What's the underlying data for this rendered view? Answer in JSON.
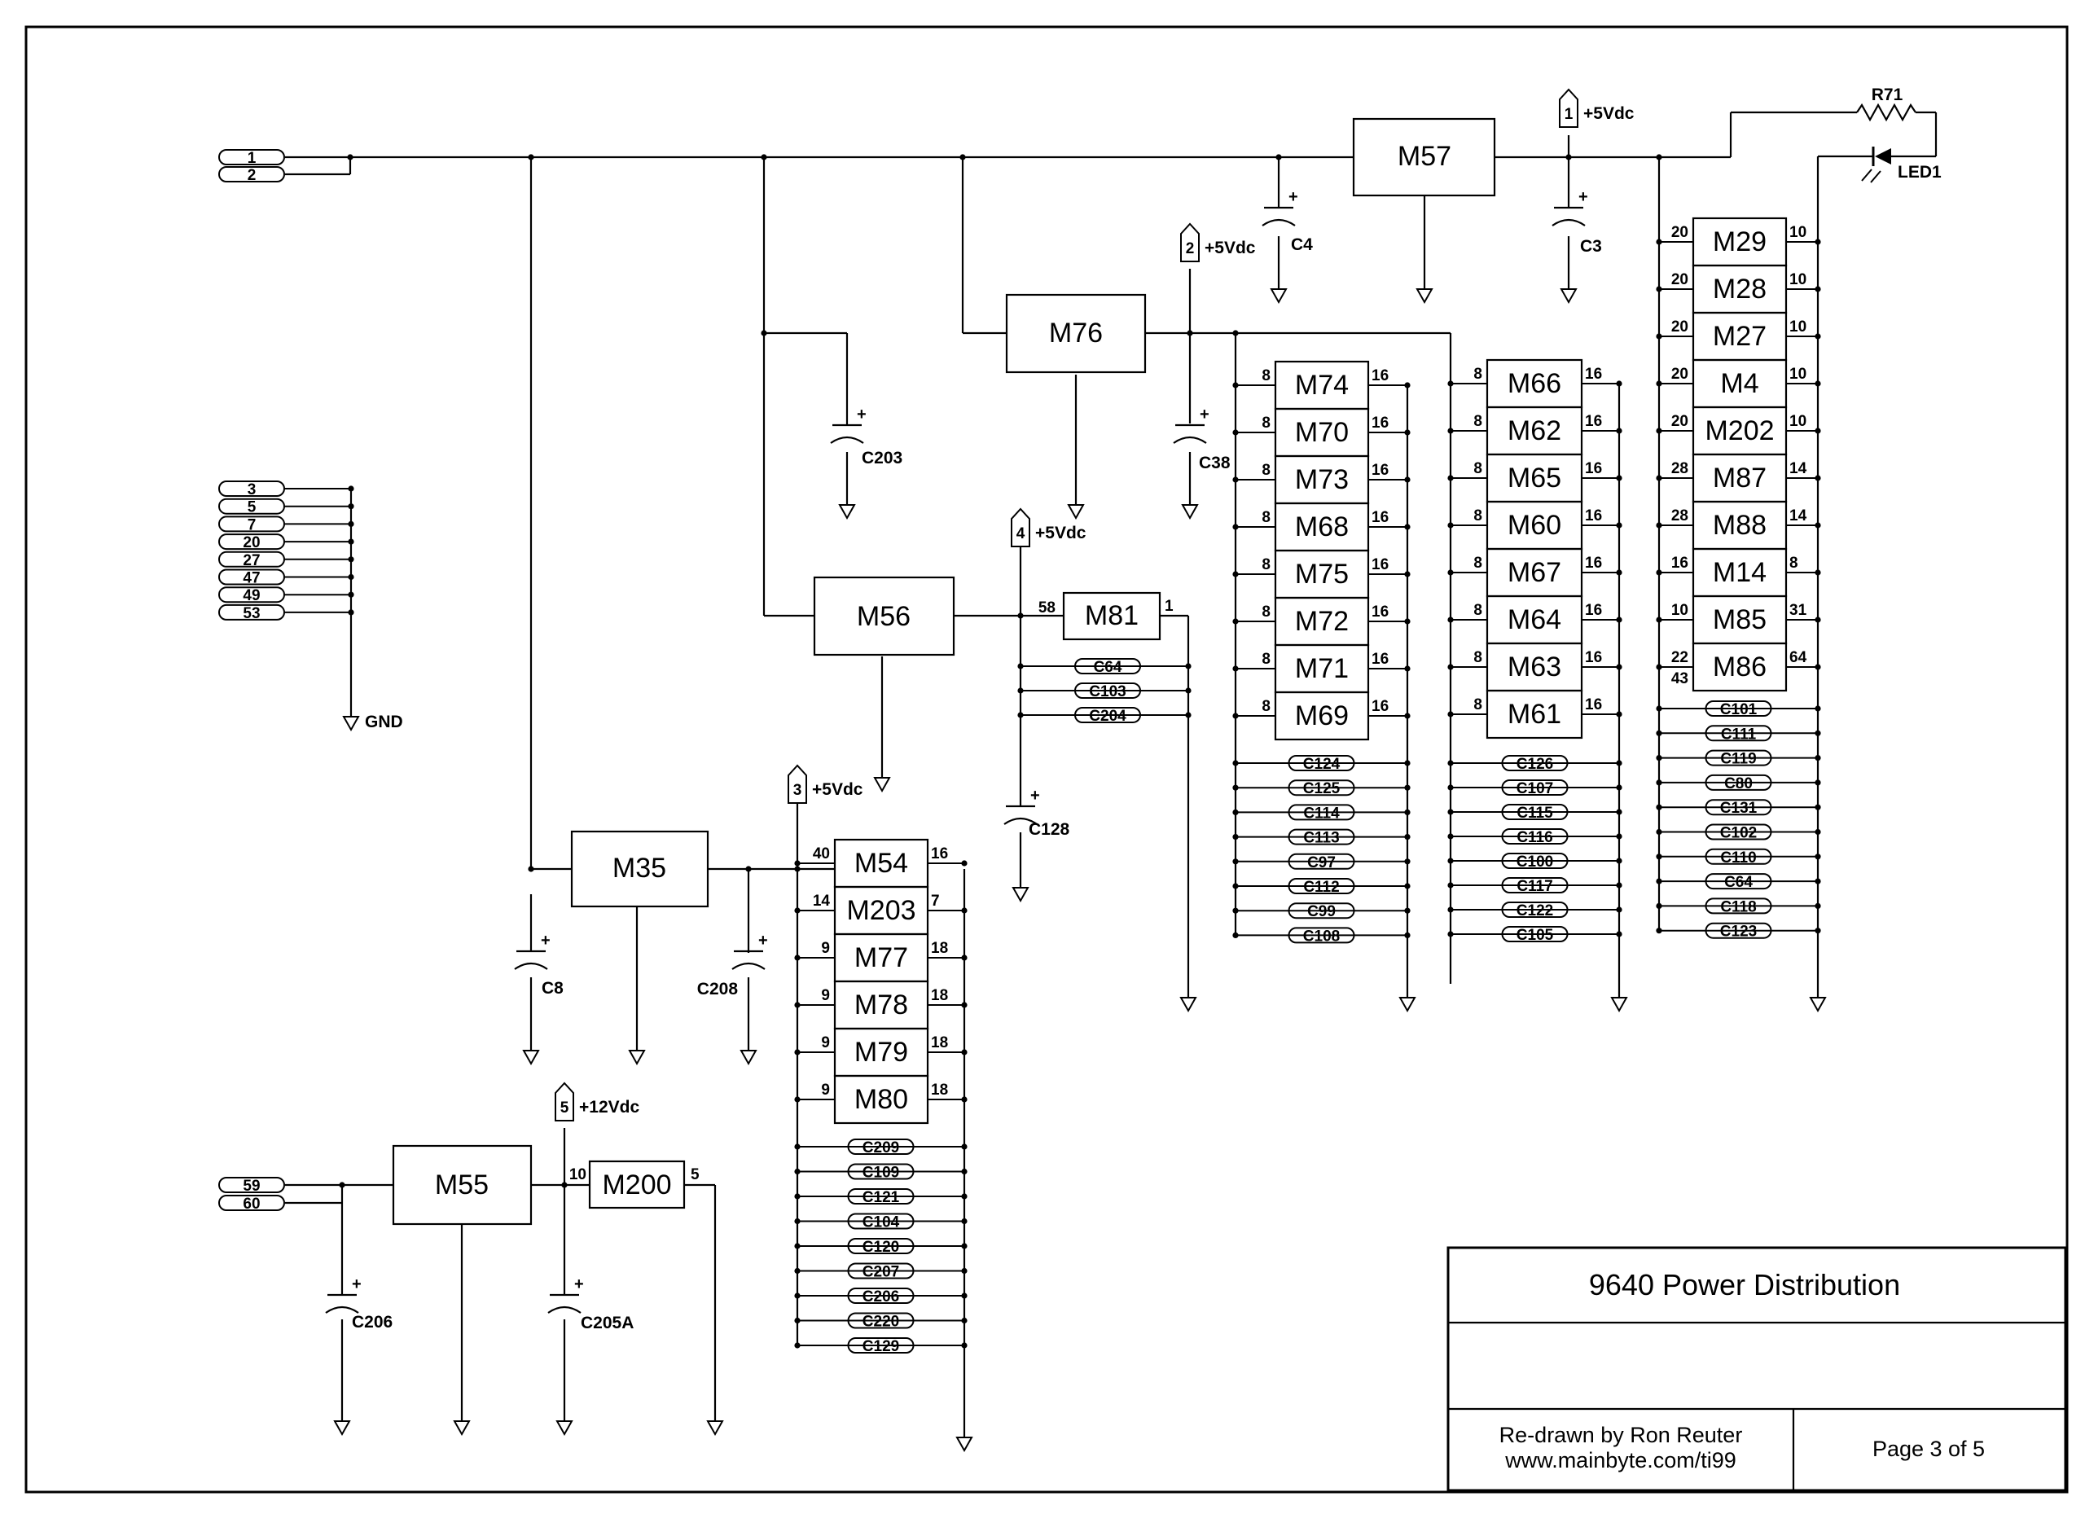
{
  "title_block": {
    "title": "9640 Power Distribution",
    "credit_line1": "Re-drawn by Ron Reuter",
    "credit_line2": "www.mainbyte.com/ti99",
    "page": "Page 3 of 5"
  },
  "connectors": {
    "power_in": [
      "1",
      "2"
    ],
    "gnd_pins": [
      "3",
      "5",
      "7",
      "20",
      "27",
      "47",
      "49",
      "53"
    ],
    "gnd_label": "GND",
    "v12_in": [
      "59",
      "60"
    ]
  },
  "regulators": {
    "m57": "M57",
    "m76": "M76",
    "m56": "M56",
    "m35": "M35",
    "m55": "M55",
    "m81": "M81",
    "m200": "M200"
  },
  "supplies": [
    {
      "num": "1",
      "label": "+5Vdc"
    },
    {
      "num": "2",
      "label": "+5Vdc"
    },
    {
      "num": "3",
      "label": "+5Vdc"
    },
    {
      "num": "4",
      "label": "+5Vdc"
    },
    {
      "num": "5",
      "label": "+12Vdc"
    }
  ],
  "caps": {
    "c4": "C4",
    "c3": "C3",
    "c203": "C203",
    "c38": "C38",
    "c128": "C128",
    "c8": "C8",
    "c208": "C208",
    "c206": "C206",
    "c205a": "C205A"
  },
  "plus": "+",
  "r71": "R71",
  "led1": "LED1",
  "m81_pins": {
    "in": "58",
    "out": "1"
  },
  "m200_pins": {
    "in": "10",
    "out": "5"
  },
  "m81_caps": [
    "C64",
    "C103",
    "C204"
  ],
  "col_m54": {
    "chips": [
      {
        "name": "M54",
        "l": "40",
        "r": "16"
      },
      {
        "name": "M203",
        "l": "14",
        "r": "7"
      },
      {
        "name": "M77",
        "l": "9",
        "r": "18"
      },
      {
        "name": "M78",
        "l": "9",
        "r": "18"
      },
      {
        "name": "M79",
        "l": "9",
        "r": "18"
      },
      {
        "name": "M80",
        "l": "9",
        "r": "18"
      }
    ],
    "caps": [
      "C209",
      "C109",
      "C121",
      "C104",
      "C120",
      "C207",
      "C206",
      "C220",
      "C129"
    ]
  },
  "col_m74": {
    "chips": [
      {
        "name": "M74",
        "l": "8",
        "r": "16"
      },
      {
        "name": "M70",
        "l": "8",
        "r": "16"
      },
      {
        "name": "M73",
        "l": "8",
        "r": "16"
      },
      {
        "name": "M68",
        "l": "8",
        "r": "16"
      },
      {
        "name": "M75",
        "l": "8",
        "r": "16"
      },
      {
        "name": "M72",
        "l": "8",
        "r": "16"
      },
      {
        "name": "M71",
        "l": "8",
        "r": "16"
      },
      {
        "name": "M69",
        "l": "8",
        "r": "16"
      }
    ],
    "caps": [
      "C124",
      "C125",
      "C114",
      "C113",
      "C97",
      "C112",
      "C99",
      "C108"
    ]
  },
  "col_m66": {
    "chips": [
      {
        "name": "M66",
        "l": "8",
        "r": "16"
      },
      {
        "name": "M62",
        "l": "8",
        "r": "16"
      },
      {
        "name": "M65",
        "l": "8",
        "r": "16"
      },
      {
        "name": "M60",
        "l": "8",
        "r": "16"
      },
      {
        "name": "M67",
        "l": "8",
        "r": "16"
      },
      {
        "name": "M64",
        "l": "8",
        "r": "16"
      },
      {
        "name": "M63",
        "l": "8",
        "r": "16"
      },
      {
        "name": "M61",
        "l": "8",
        "r": "16"
      }
    ],
    "caps": [
      "C126",
      "C107",
      "C115",
      "C116",
      "C100",
      "C117",
      "C122",
      "C105"
    ]
  },
  "col_m29": {
    "chips": [
      {
        "name": "M29",
        "l": "20",
        "r": "10"
      },
      {
        "name": "M28",
        "l": "20",
        "r": "10"
      },
      {
        "name": "M27",
        "l": "20",
        "r": "10"
      },
      {
        "name": "M4",
        "l": "20",
        "r": "10"
      },
      {
        "name": "M202",
        "l": "20",
        "r": "10"
      },
      {
        "name": "M87",
        "l": "28",
        "r": "14"
      },
      {
        "name": "M88",
        "l": "28",
        "r": "14"
      },
      {
        "name": "M14",
        "l": "16",
        "r": "8"
      },
      {
        "name": "M85",
        "l": "10",
        "r": "31"
      },
      {
        "name": "M86",
        "l": "22",
        "r": "64",
        "l2": "43"
      }
    ],
    "caps": [
      "C101",
      "C111",
      "C119",
      "C80",
      "C131",
      "C102",
      "C110",
      "C64",
      "C118",
      "C123"
    ]
  }
}
